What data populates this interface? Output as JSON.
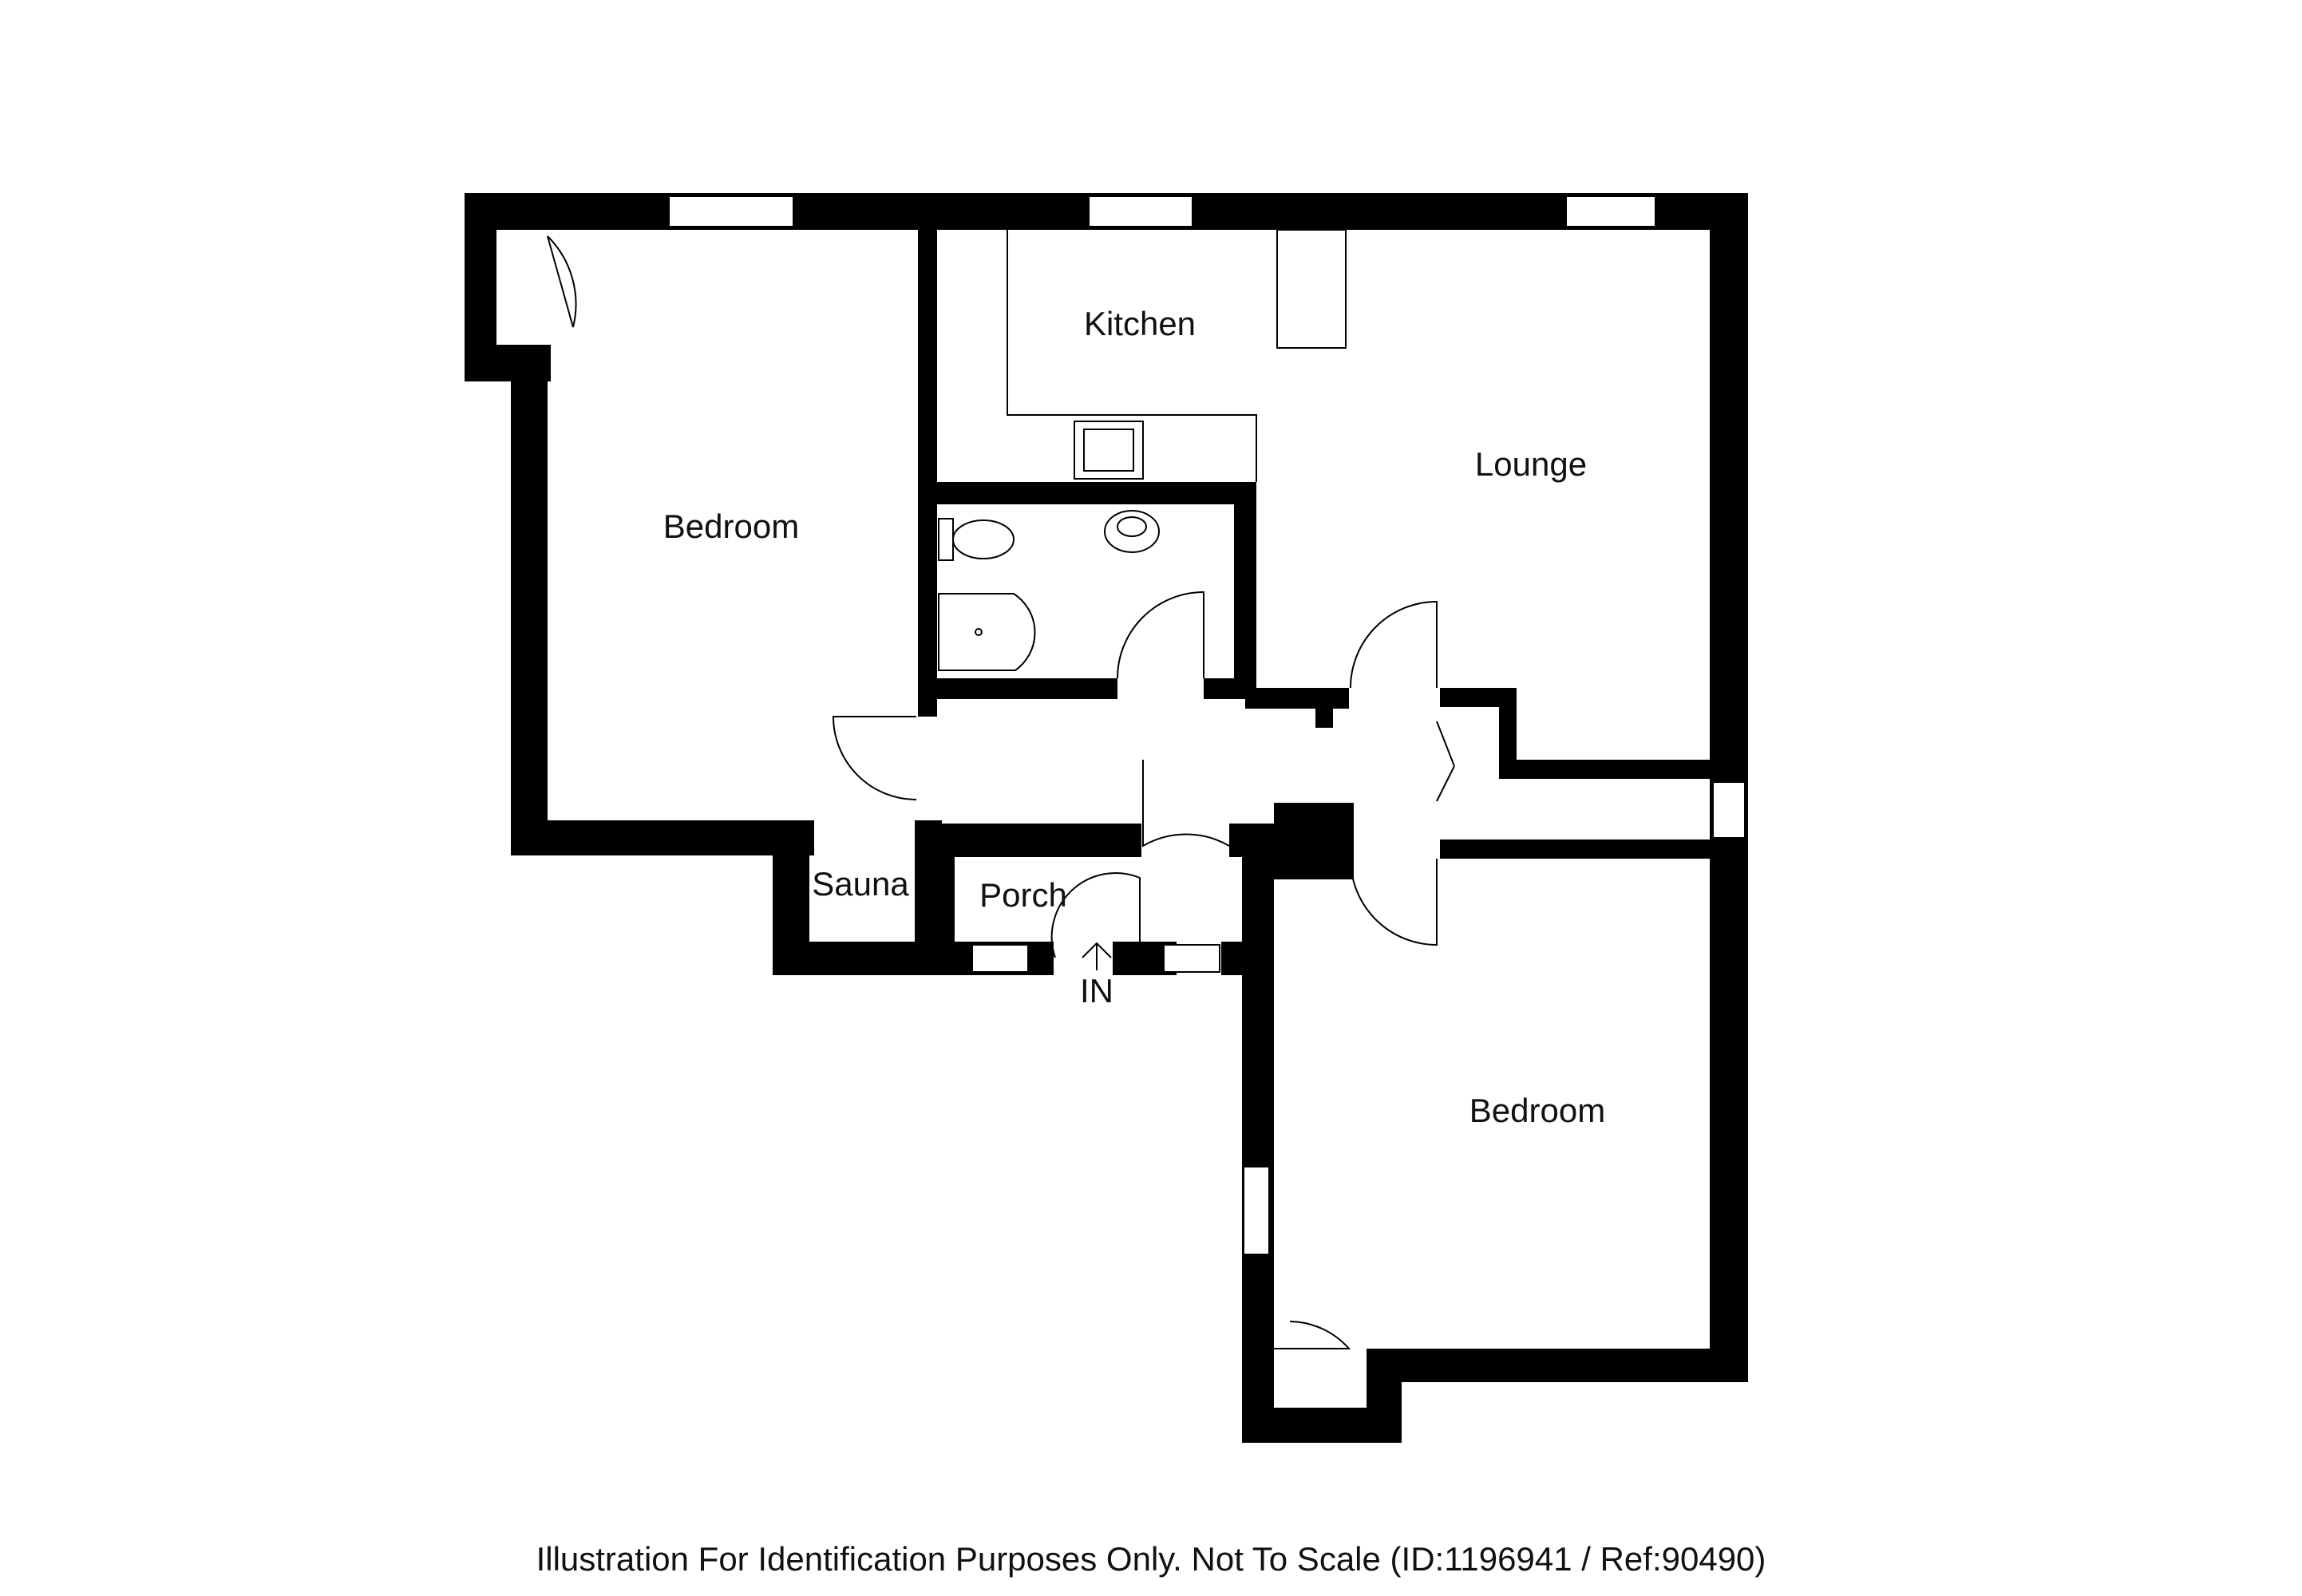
{
  "rooms": {
    "bedroom_left": "Bedroom",
    "kitchen": "Kitchen",
    "lounge": "Lounge",
    "sauna": "Sauna",
    "porch": "Porch",
    "bedroom_right": "Bedroom"
  },
  "entrance_label": "IN",
  "caption": "Illustration For Identification Purposes Only. Not To Scale (ID:1196941 / Ref:90490)"
}
